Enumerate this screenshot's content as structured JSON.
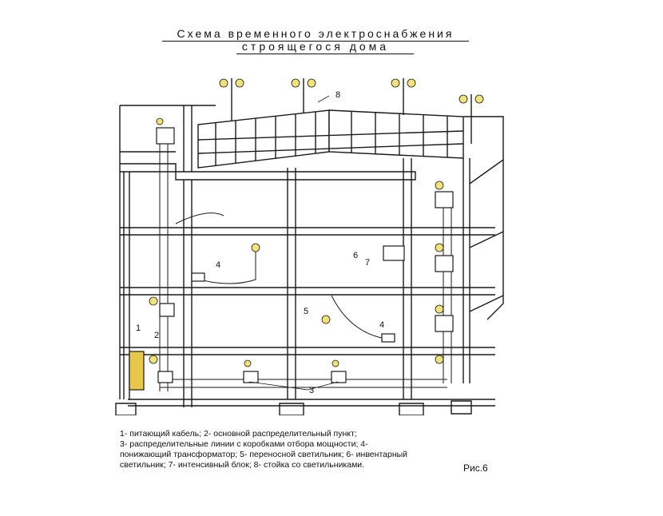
{
  "title": {
    "line1": "Схема временного электроснабжения",
    "line2": "строящегося дома"
  },
  "callouts": {
    "c1": "1",
    "c2": "2",
    "c3": "3",
    "c4a": "4",
    "c4b": "4",
    "c5": "5",
    "c6": "6",
    "c7": "7",
    "c8": "8"
  },
  "caption": {
    "line1": "1- питающий кабель;  2- основной распределительный пункт;",
    "line2": "3- распределительные линии с коробками отбора мощности;  4-",
    "line3": "понижающий трансформатор;  5- переносной светильник;  6- инвентарный",
    "line4": "светильник;  7- интенсивный блок;  8- стойка со светильниками."
  },
  "figure_label": "Рис.6",
  "colors": {
    "lamp_glow": "#f2e27a",
    "panel_fill": "#e8c84a",
    "line": "#1a1a1a"
  }
}
